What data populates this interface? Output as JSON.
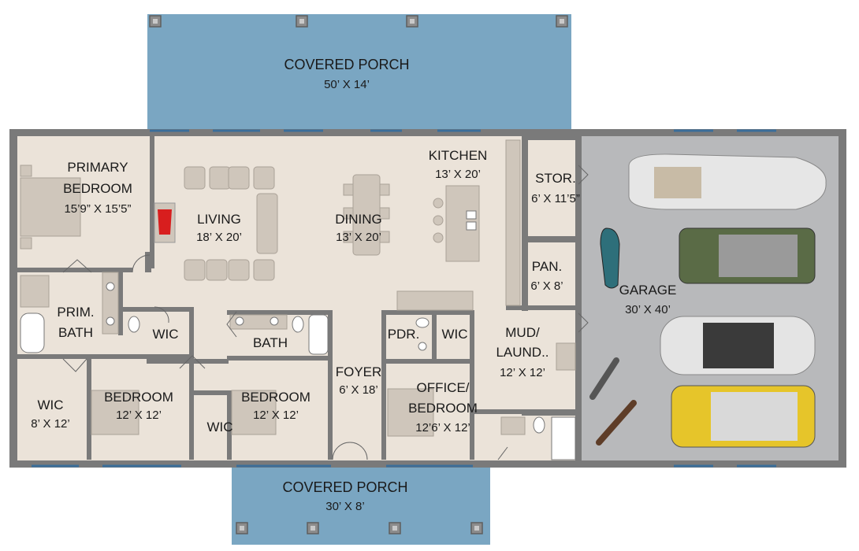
{
  "rooms": {
    "porch_rear": {
      "name": "COVERED PORCH",
      "size": "50’ X 14’"
    },
    "porch_front": {
      "name": "COVERED PORCH",
      "size": "30’ X 8’"
    },
    "primary_bedroom": {
      "name_line1": "PRIMARY",
      "name_line2": "BEDROOM",
      "size": "15’9” X 15’5”"
    },
    "living": {
      "name": "LIVING",
      "size": "18’ X 20’"
    },
    "dining": {
      "name": "DINING",
      "size": "13’ X 20’"
    },
    "kitchen": {
      "name": "KITCHEN",
      "size": "13’ X 20’"
    },
    "storage": {
      "name": "STOR.",
      "size": "6’ X 11’5”"
    },
    "pantry": {
      "name": "PAN.",
      "size": "6’ X 8’"
    },
    "garage": {
      "name": "GARAGE",
      "size": "30’ X 40’"
    },
    "prim_bath": {
      "name_line1": "PRIM.",
      "name_line2": "BATH"
    },
    "wic_hall": {
      "name": "WIC"
    },
    "bath": {
      "name": "BATH"
    },
    "powder": {
      "name": "PDR."
    },
    "wic_office": {
      "name": "WIC"
    },
    "mud_laundry": {
      "name_line1": "MUD/",
      "name_line2": "LAUND..",
      "size": "12’ X 12’"
    },
    "wic_primary": {
      "name": "WIC",
      "size": "8’ X 12’"
    },
    "bedroom_a": {
      "name": "BEDROOM",
      "size": "12’ X 12’"
    },
    "bedroom_b": {
      "name": "BEDROOM",
      "size": "12’ X 12’"
    },
    "wic_small": {
      "name": "WIC"
    },
    "foyer": {
      "name": "FOYER",
      "size": "6’ X 18’"
    },
    "office": {
      "name_line1": "OFFICE/",
      "name_line2": "BEDROOM",
      "size": "12’6’ X 12’"
    }
  },
  "colors": {
    "porch": "#7aa6c2",
    "floor": "#ebe3d9",
    "garage": "#b8b9bb",
    "wall": "#7a7a7a",
    "fireplace": "#d81e1e"
  }
}
